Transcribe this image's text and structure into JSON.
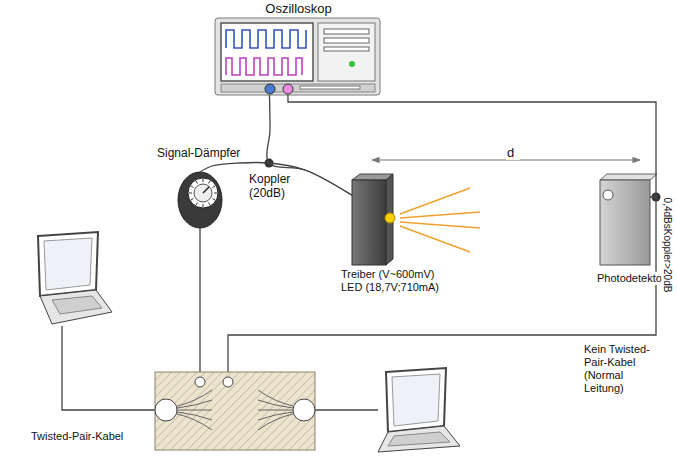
{
  "diagram": {
    "nodes": [
      {
        "text": [
          "Oszilloskop"
        ]
      },
      {
        "text": [
          "Signal-Dämpfer"
        ]
      },
      {
        "text": [
          "Treiber (V~600mV) LED (18,7V;710mA)"
        ]
      },
      {
        "text": [
          "Photodetektor"
        ]
      }
    ],
    "edges": [
      {
        "from": 0,
        "to": 2,
        "arrow": "none"
      },
      {
        "from": 1,
        "to": 2,
        "arrow": "none"
      },
      {
        "from": 0,
        "to": 3,
        "arrow": "none"
      }
    ],
    "labels": [
      "Koppler (20dB)",
      "d",
      "0,4dBsKoppler>20dB",
      "Kein Twisted-Pair-Kabel (Normal Leitung)",
      "Twisted-Pair-Kabel"
    ]
  }
}
